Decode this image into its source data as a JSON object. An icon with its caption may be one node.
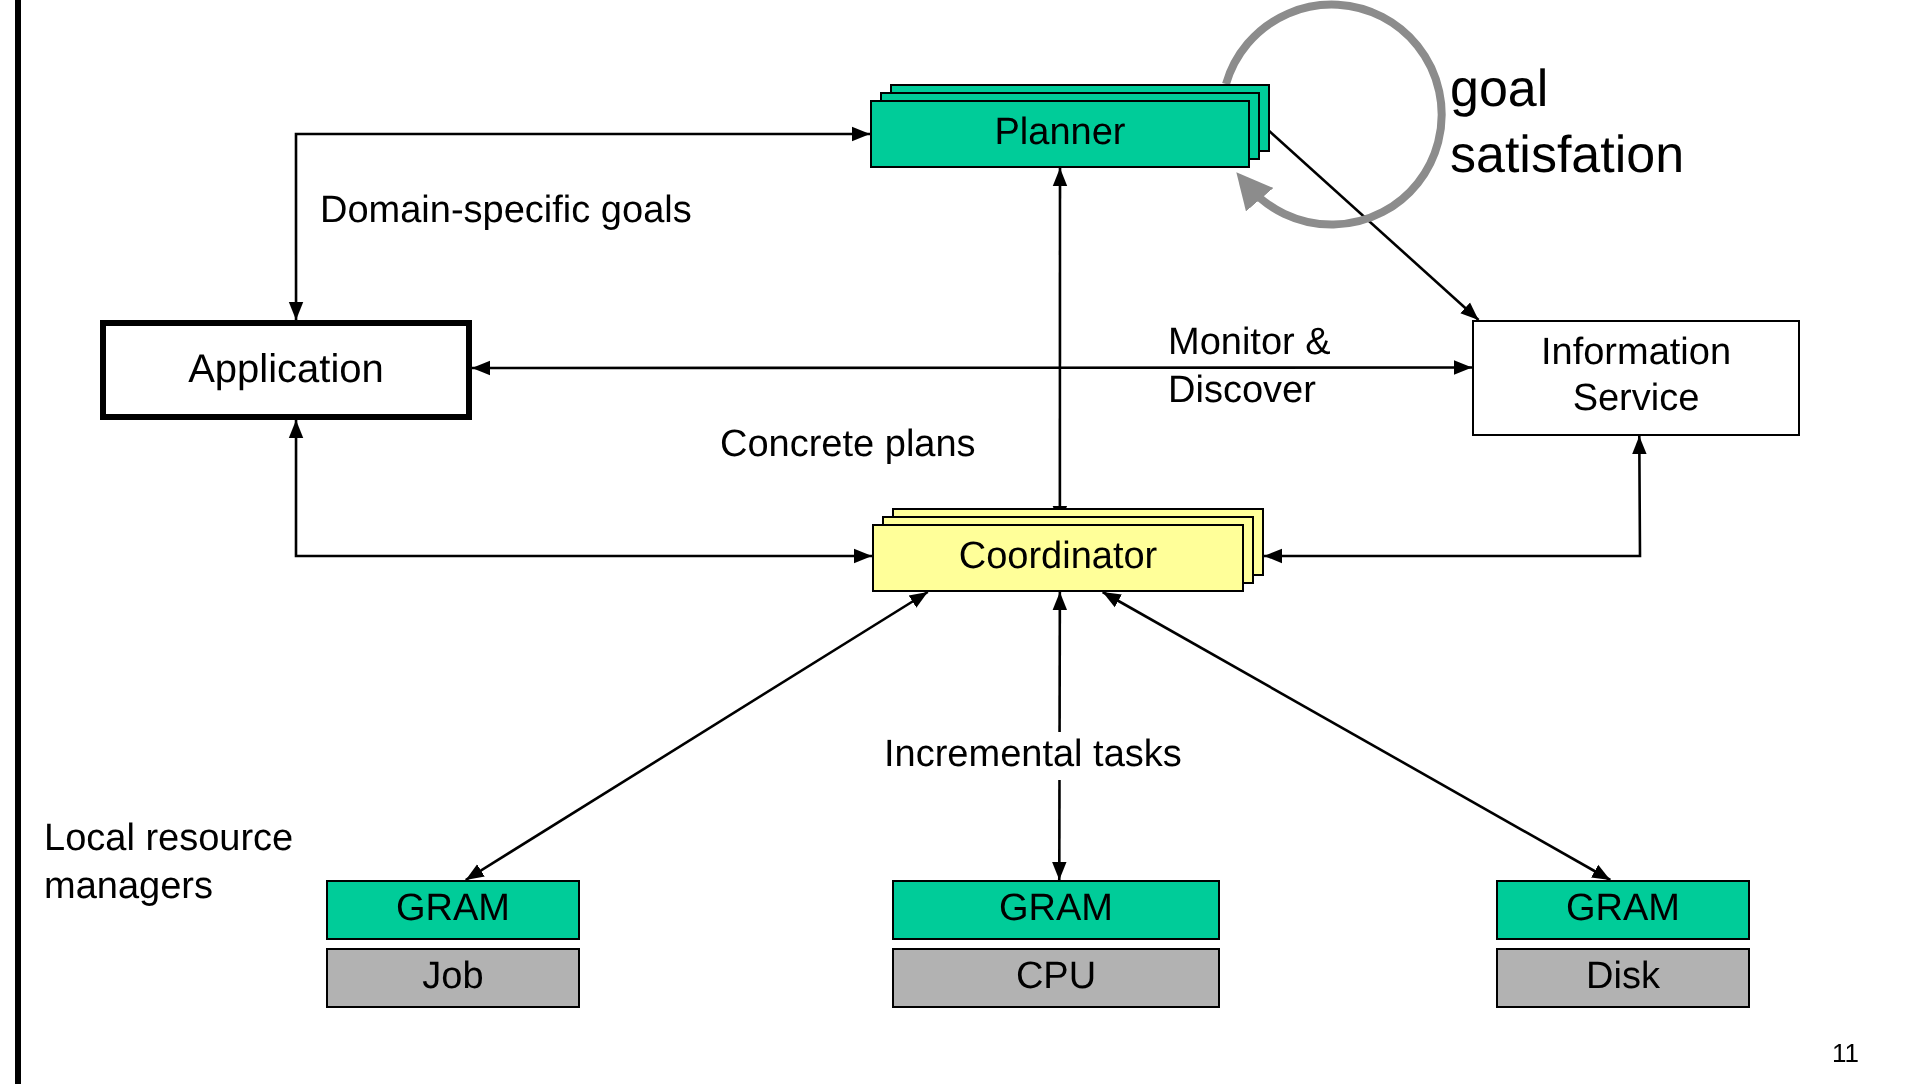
{
  "diagram": {
    "nodes": [
      {
        "text": [
          "Planner"
        ]
      },
      {
        "text": [
          "Application"
        ]
      },
      {
        "text": [
          "Information Service"
        ]
      },
      {
        "text": [
          "Coordinator"
        ]
      },
      {
        "text": [
          "GRAM"
        ]
      },
      {
        "text": [
          "GRAM"
        ]
      },
      {
        "text": [
          "GRAM"
        ]
      },
      {
        "text": [
          "Job"
        ]
      },
      {
        "text": [
          "CPU"
        ]
      },
      {
        "text": [
          "Disk"
        ]
      }
    ],
    "edges": [
      {
        "from": 1,
        "to": 0,
        "arrow": "both",
        "label": "Domain-specific goals"
      },
      {
        "from": 1,
        "to": 2,
        "arrow": "both",
        "label": "Monitor & Discover"
      },
      {
        "from": 0,
        "to": 3,
        "arrow": "both",
        "label": "Concrete plans"
      },
      {
        "from": 0,
        "to": 2,
        "arrow": "both"
      },
      {
        "from": 1,
        "to": 3,
        "arrow": "both"
      },
      {
        "from": 2,
        "to": 3,
        "arrow": "both"
      },
      {
        "from": 3,
        "to": 4,
        "arrow": "both"
      },
      {
        "from": 3,
        "to": 5,
        "arrow": "both",
        "label": "Incremental tasks"
      },
      {
        "from": 3,
        "to": 6,
        "arrow": "both"
      },
      {
        "from": 0,
        "to": 0,
        "arrow": "to",
        "label": "goal satisfation",
        "style": "thick",
        "color": "#8c8c8c"
      }
    ],
    "labels": [
      "Local resource managers",
      "11"
    ]
  }
}
